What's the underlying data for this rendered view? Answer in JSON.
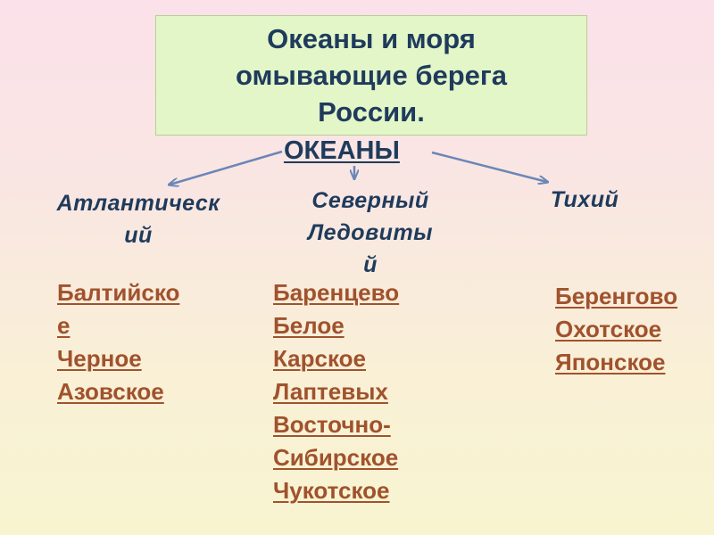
{
  "title": {
    "lines": [
      "Океаны и моря",
      "омывающие берега",
      "России."
    ]
  },
  "header": {
    "label": "ОКЕАНЫ"
  },
  "oceans": [
    {
      "name_lines": [
        "Атлантическ",
        "ий"
      ],
      "seas": [
        "Балтийско",
        "е",
        "Черное",
        "Азовское"
      ]
    },
    {
      "name_lines": [
        "Северный",
        "Ледовиты",
        "й"
      ],
      "seas": [
        "Баренцево",
        "Белое",
        "Карское",
        "Лаптевых",
        "Восточно-",
        "Сибирское",
        "Чукотское"
      ]
    },
    {
      "name_lines": [
        "Тихий"
      ],
      "seas": [
        "Беренгово",
        "Охотское",
        "Японское"
      ]
    }
  ],
  "colors": {
    "title_box_bg": "#e3f6c8",
    "text_dark_blue": "#1f3b5c",
    "sea_brown": "#a0522d",
    "arrow_blue": "#6b86b8"
  }
}
